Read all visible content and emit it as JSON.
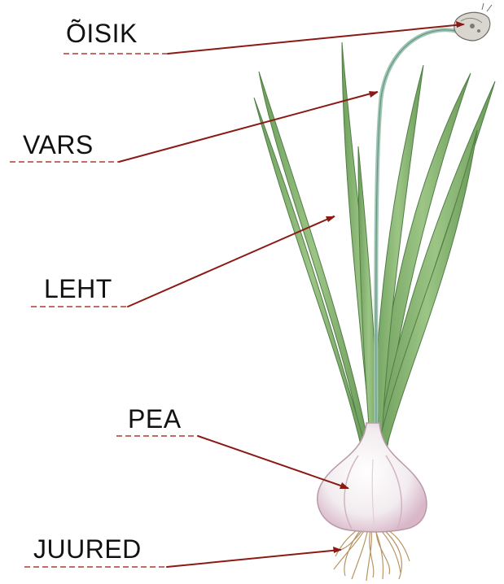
{
  "labels": {
    "oisik": "ÕISIK",
    "vars": "VARS",
    "leht": "LEHT",
    "pea": "PEA",
    "juured": "JUURED"
  },
  "colors": {
    "leader_line": "#8b1a14",
    "dash": "#b03a2e",
    "leaf_fill": "#86b56f",
    "leaf_stroke": "#4f7d45",
    "stem": "#a9c9b8",
    "bulb": "#f3eef0",
    "bulb_shade": "#d7b8c8",
    "roots": "#c9a77a"
  }
}
